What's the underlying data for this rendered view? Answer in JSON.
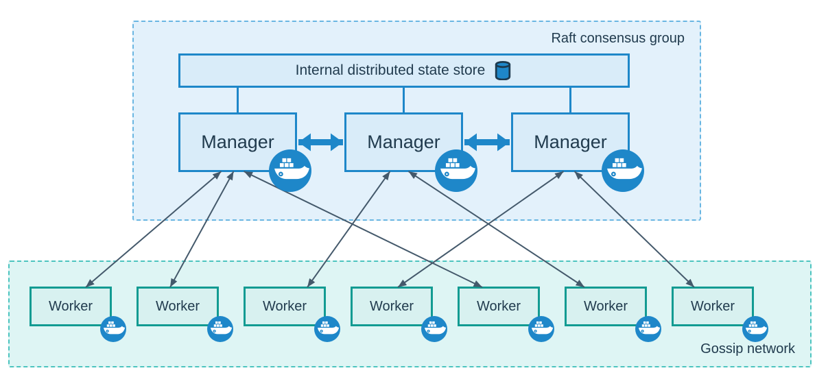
{
  "diagram": {
    "raft_group": {
      "label": "Raft consensus group"
    },
    "gossip_network": {
      "label": "Gossip network"
    },
    "state_store": {
      "label": "Internal distributed state store",
      "icon": "database-cylinder-icon"
    },
    "managers": [
      {
        "id": "manager-1",
        "label": "Manager"
      },
      {
        "id": "manager-2",
        "label": "Manager"
      },
      {
        "id": "manager-3",
        "label": "Manager"
      }
    ],
    "workers": [
      {
        "id": "worker-1",
        "label": "Worker"
      },
      {
        "id": "worker-2",
        "label": "Worker"
      },
      {
        "id": "worker-3",
        "label": "Worker"
      },
      {
        "id": "worker-4",
        "label": "Worker"
      },
      {
        "id": "worker-5",
        "label": "Worker"
      },
      {
        "id": "worker-6",
        "label": "Worker"
      },
      {
        "id": "worker-7",
        "label": "Worker"
      }
    ],
    "store_links": [
      "manager-1",
      "manager-2",
      "manager-3"
    ],
    "manager_peer_links": [
      [
        "manager-1",
        "manager-2"
      ],
      [
        "manager-2",
        "manager-3"
      ]
    ],
    "manager_worker_edges": [
      {
        "from": "manager-1",
        "to": "worker-1",
        "from_dx": -24,
        "to_dx": 22,
        "bidirectional": true
      },
      {
        "from": "manager-1",
        "to": "worker-2",
        "from_dx": -6,
        "to_dx": -11,
        "bidirectional": true
      },
      {
        "from": "manager-1",
        "to": "worker-5",
        "from_dx": 9,
        "to_dx": -24,
        "bidirectional": true
      },
      {
        "from": "manager-2",
        "to": "worker-3",
        "from_dx": -20,
        "to_dx": 33,
        "bidirectional": true
      },
      {
        "from": "manager-2",
        "to": "worker-6",
        "from_dx": 7,
        "to_dx": -31,
        "bidirectional": true
      },
      {
        "from": "manager-3",
        "to": "worker-4",
        "from_dx": -10,
        "to_dx": 9,
        "bidirectional": true
      },
      {
        "from": "manager-3",
        "to": "worker-7",
        "from_dx": 6,
        "to_dx": -27,
        "bidirectional": true
      }
    ],
    "icons": {
      "node_badge": "docker-whale-icon",
      "store": "database-cylinder-icon"
    },
    "colors": {
      "manager_border": "#1e87c9",
      "manager_fill": "#d9ecf9",
      "raft_fill": "#e3f1fb",
      "raft_dash": "#69b6e2",
      "worker_border": "#129b92",
      "worker_fill": "#d8f1f0",
      "gossip_fill": "#def5f4",
      "gossip_dash": "#4cc4bf",
      "edge_arrow": "#44596b",
      "docker_blue": "#1e87c9",
      "text": "#213b4e"
    }
  }
}
